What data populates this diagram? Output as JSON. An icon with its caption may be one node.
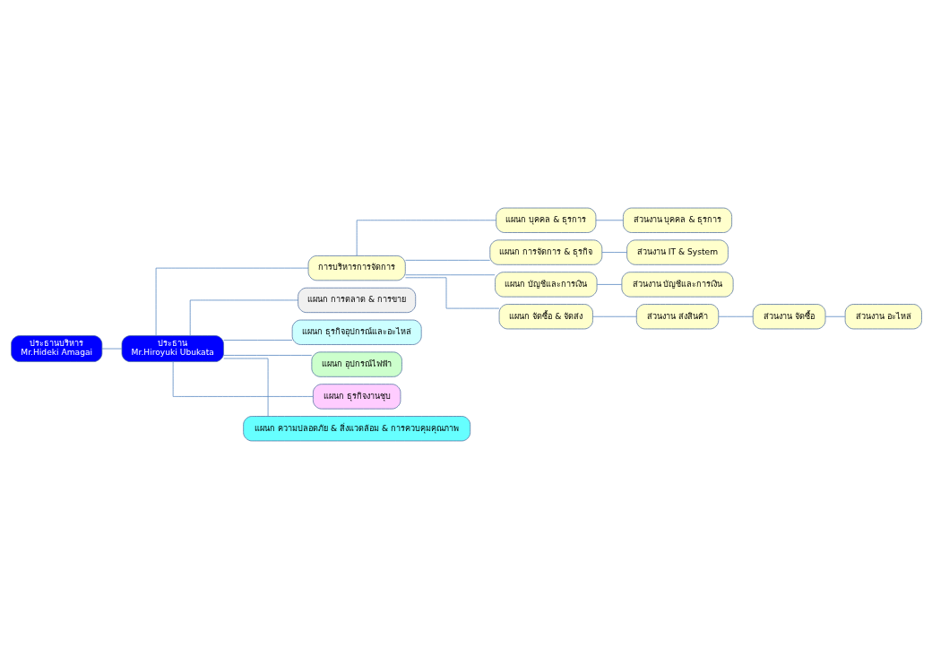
{
  "diagram": {
    "nodes": [
      {
        "text": [
          "ประธานบริหาร",
          "Mr.Hideki Amagai"
        ]
      },
      {
        "text": [
          "ประธาน",
          "Mr.Hiroyuki Ubukata"
        ]
      },
      {
        "text": [
          "การบริหารการจัดการ"
        ]
      },
      {
        "text": [
          "แผนก บุคคล & ธุรการ"
        ]
      },
      {
        "text": [
          "ส่วนงาน บุคคล & ธุรการ"
        ]
      },
      {
        "text": [
          "แผนก การจัดการ & ธุรกิจ"
        ]
      },
      {
        "text": [
          "ส่วนงาน IT & System"
        ]
      },
      {
        "text": [
          "แผนก บัญชีและการเงิน"
        ]
      },
      {
        "text": [
          "ส่วนงาน บัญชีและการเงิน"
        ]
      },
      {
        "text": [
          "แผนก จัดซื้อ & จัดส่ง"
        ]
      },
      {
        "text": [
          "ส่วนงาน ส่งสินค้า"
        ]
      },
      {
        "text": [
          "ส่วนงาน จัดซื้อ"
        ]
      },
      {
        "text": [
          "ส่วนงาน อะไหล่"
        ]
      },
      {
        "text": [
          "แผนก การตลาด & การขาย"
        ]
      },
      {
        "text": [
          "แผนก ธุรกิจอุปกรณ์และอะไหล่"
        ]
      },
      {
        "text": [
          "แผนก อุปกรณ์ไฟฟ้า"
        ]
      },
      {
        "text": [
          "แผนก ธุรกิจงานชุบ"
        ]
      },
      {
        "text": [
          "แผนก ความปลอดภัย & สิ่งแวดล้อม & การควบคุมคุณภาพ"
        ]
      }
    ],
    "edges": [
      {
        "from": 0,
        "to": 1,
        "arrow": "none"
      },
      {
        "from": 1,
        "to": 2,
        "arrow": "none"
      },
      {
        "from": 2,
        "to": 3,
        "arrow": "none"
      },
      {
        "from": 3,
        "to": 4,
        "arrow": "none"
      },
      {
        "from": 2,
        "to": 5,
        "arrow": "none"
      },
      {
        "from": 5,
        "to": 6,
        "arrow": "none"
      },
      {
        "from": 2,
        "to": 7,
        "arrow": "none"
      },
      {
        "from": 7,
        "to": 8,
        "arrow": "none"
      },
      {
        "from": 2,
        "to": 9,
        "arrow": "none"
      },
      {
        "from": 9,
        "to": 10,
        "arrow": "none"
      },
      {
        "from": 10,
        "to": 11,
        "arrow": "none"
      },
      {
        "from": 11,
        "to": 12,
        "arrow": "none"
      },
      {
        "from": 1,
        "to": 13,
        "arrow": "none"
      },
      {
        "from": 1,
        "to": 14,
        "arrow": "none"
      },
      {
        "from": 1,
        "to": 15,
        "arrow": "none"
      },
      {
        "from": 1,
        "to": 16,
        "arrow": "none"
      },
      {
        "from": 1,
        "to": 17,
        "arrow": "none"
      }
    ]
  }
}
